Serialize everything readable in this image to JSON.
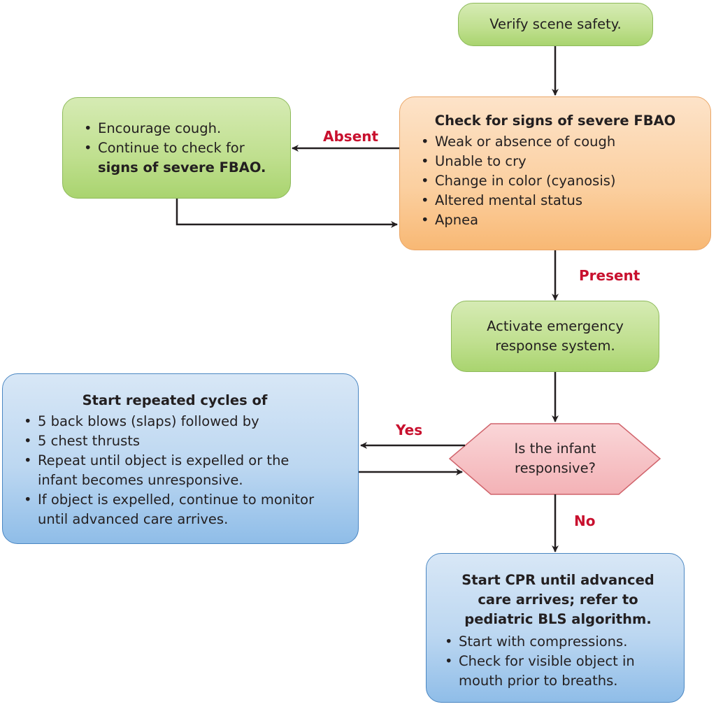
{
  "title": "Infant foreign-body airway obstruction (FBAO) algorithm",
  "colors": {
    "terminal_green": "#bfdf8e",
    "check_orange": "#fbcf9f",
    "action_blue": "#bcd7f1",
    "decision_pink": "#f6c2c6",
    "label_red": "#c8102e",
    "arrow": "#231f20"
  },
  "nodes": {
    "verify": {
      "text": "Verify scene safety."
    },
    "check": {
      "heading": "Check for signs of severe FBAO",
      "items": [
        "Weak or absence of cough",
        "Unable to cry",
        "Change in color (cyanosis)",
        "Altered mental status",
        "Apnea"
      ]
    },
    "encourage": {
      "items": [
        {
          "text": "Encourage cough."
        },
        {
          "text": "Continue to check for",
          "bold_tail": "signs of severe FBAO."
        }
      ]
    },
    "activate": {
      "line1": "Activate emergency",
      "line2": "response system."
    },
    "decision": {
      "line1": "Is the infant",
      "line2": "responsive?"
    },
    "cycles": {
      "heading": "Start repeated cycles of",
      "items": [
        "5 back blows (slaps) followed by",
        "5 chest thrusts",
        "Repeat until object is expelled or the infant becomes unresponsive.",
        "If object is expelled, continue to monitor until advanced care arrives."
      ]
    },
    "cpr": {
      "heading": "Start CPR until advanced care arrives; refer to pediatric BLS algorithm.",
      "items": [
        "Start with compressions.",
        "Check for visible object in mouth prior to breaths."
      ]
    }
  },
  "edge_labels": {
    "absent": "Absent",
    "present": "Present",
    "yes": "Yes",
    "no": "No"
  },
  "edges": [
    {
      "from": "verify",
      "to": "check"
    },
    {
      "from": "check",
      "to": "encourage",
      "label": "Absent"
    },
    {
      "from": "encourage",
      "to": "check"
    },
    {
      "from": "check",
      "to": "activate",
      "label": "Present"
    },
    {
      "from": "activate",
      "to": "decision"
    },
    {
      "from": "decision",
      "to": "cycles",
      "label": "Yes"
    },
    {
      "from": "cycles",
      "to": "decision"
    },
    {
      "from": "decision",
      "to": "cpr",
      "label": "No"
    }
  ]
}
